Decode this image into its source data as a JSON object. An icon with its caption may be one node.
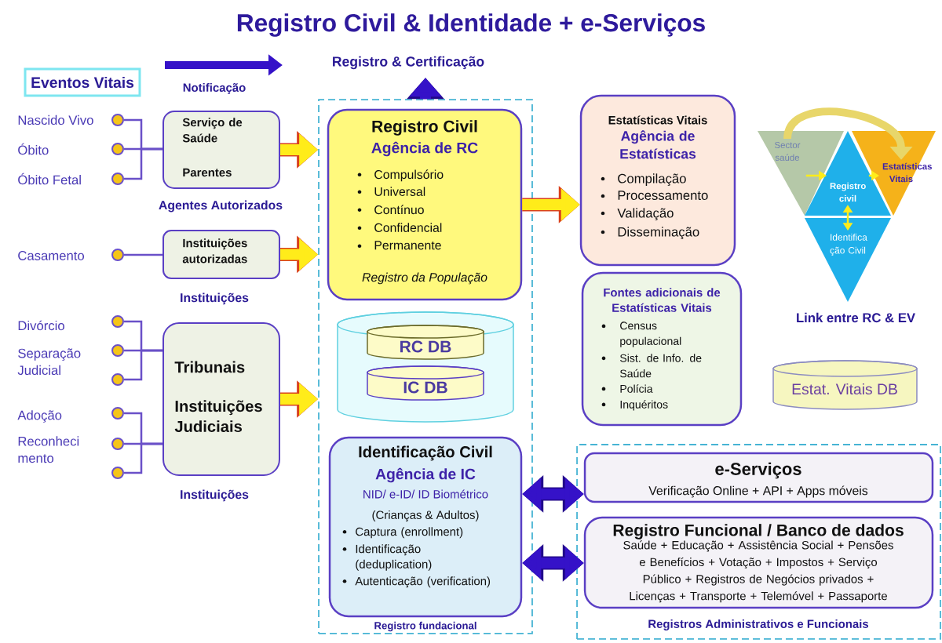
{
  "diagram": {
    "title": "Registro Civil & Identidade + e-Serviços",
    "nodes": [
      {
        "text": [
          "Eventos Vitais"
        ]
      },
      {
        "text": [],
        "shape": "circle"
      },
      {
        "text": [],
        "shape": "circle"
      },
      {
        "text": [],
        "shape": "circle"
      },
      {
        "text": [
          "Serviço de Saúde",
          "Parentes"
        ],
        "beside": [
          "Agentes Autorizados"
        ]
      },
      {
        "text": [],
        "shape": "circle"
      },
      {
        "text": [
          "Instituições autorizadas"
        ],
        "beside": [
          "Instituições"
        ]
      },
      {
        "text": [],
        "shape": "circle"
      },
      {
        "text": [],
        "shape": "circle"
      },
      {
        "text": [],
        "shape": "circle"
      },
      {
        "text": [],
        "shape": "circle"
      },
      {
        "text": [],
        "shape": "circle"
      },
      {
        "text": [],
        "shape": "circle"
      },
      {
        "text": [
          "Tribunais",
          "Instituições Judiciais"
        ],
        "beside": [
          "Instituições"
        ]
      },
      {
        "text": [
          "Registro fundacional"
        ]
      },
      {
        "text": [
          "Registro Civil",
          "Agência de RC",
          "Compulsório",
          "Universal",
          "Contínuo",
          "Confidencial",
          "Permanente",
          "Registro da População"
        ],
        "in": 14
      },
      {
        "text": [],
        "shape": "cylinder",
        "in": 14
      },
      {
        "text": [
          "RC DB"
        ],
        "in": 16
      },
      {
        "text": [
          "IC DB"
        ],
        "in": 16
      },
      {
        "text": [
          "Identificação Civil",
          "Agência de IC",
          "NID/ e-ID/ ID Biométrico",
          "(Crianças & Adultos)",
          "Captura (enrollment)",
          "Identificação (deduplication)",
          "Autenticação (verification)"
        ],
        "in": 14
      },
      {
        "text": [
          "Estatísticas Vitais",
          "Agência de Estatísticas",
          "Compilação",
          "Processamento",
          "Validação",
          "Disseminação"
        ]
      },
      {
        "text": [
          "Fontes adicionais de Estatísticas Vitais",
          "Census populacional",
          "Sist. de Info. de Saúde",
          "Polícia",
          "Inquéritos"
        ]
      },
      {
        "text": [
          "Sector saúde"
        ]
      },
      {
        "text": [
          "Estatísticas Vitais"
        ]
      },
      {
        "text": [
          "Registro civil"
        ]
      },
      {
        "text": [
          "Identifica ção Civil"
        ]
      },
      {
        "text": [
          "Estat. Vitais DB"
        ]
      },
      {
        "text": [
          "Registros Administrativos e Funcionais"
        ]
      },
      {
        "text": [
          "e-Serviços",
          "Verificação Online + API + Apps móveis"
        ],
        "in": 27
      },
      {
        "text": [
          "Registro Funcional / Banco de dados",
          "Saúde + Educação + Assistência Social + Pensões e Benefícios + Votação + Impostos + Serviço Público + Registros de Negócios privados + Licenças + Transporte + Telemóvel + Passaporte"
        ],
        "in": 27
      }
    ],
    "edges": [
      {
        "from": 1,
        "to": 4,
        "arrow": "none"
      },
      {
        "from": 2,
        "to": 4,
        "arrow": "none"
      },
      {
        "from": 3,
        "to": 4,
        "arrow": "none"
      },
      {
        "from": 5,
        "to": 6,
        "arrow": "none"
      },
      {
        "from": 7,
        "to": 13,
        "arrow": "none"
      },
      {
        "from": 8,
        "to": 13,
        "arrow": "none"
      },
      {
        "from": 9,
        "to": 13,
        "arrow": "none"
      },
      {
        "from": 10,
        "to": 13,
        "arrow": "none"
      },
      {
        "from": 11,
        "to": 13,
        "arrow": "none"
      },
      {
        "from": 12,
        "to": 13,
        "arrow": "none"
      },
      {
        "from": 4,
        "to": 14,
        "arrow": "to",
        "style": "thick",
        "color": "#ffec1a"
      },
      {
        "from": 6,
        "to": 14,
        "arrow": "to",
        "style": "thick",
        "color": "#ffec1a"
      },
      {
        "from": 13,
        "to": 14,
        "arrow": "to",
        "style": "thick",
        "color": "#ffec1a"
      },
      {
        "from": 14,
        "to": null,
        "arrow": "to",
        "style": "thick",
        "color": "#3512c8"
      },
      {
        "from": 15,
        "to": 20,
        "arrow": "to",
        "style": "thick",
        "color": "#ffec1a"
      },
      {
        "from": 19,
        "to": 28,
        "arrow": "both",
        "style": "thick",
        "color": "#3512c8"
      },
      {
        "from": 19,
        "to": 29,
        "arrow": "both",
        "style": "thick",
        "color": "#3512c8"
      },
      {
        "from": 22,
        "to": 24,
        "arrow": "to",
        "color": "#ffec1a"
      },
      {
        "from": 24,
        "to": 23,
        "arrow": "to",
        "color": "#ffec1a"
      },
      {
        "from": 24,
        "to": 25,
        "arrow": "both",
        "color": "#ffec1a"
      },
      {
        "from": 22,
        "to": 23,
        "arrow": "to",
        "style": "thick",
        "color": "#e8d66a"
      }
    ],
    "labels": [
      "Registro & Certificação",
      "Notificação",
      "Nascido Vivo",
      "Óbito",
      "Óbito Fetal",
      "Casamento",
      "Link entre RC & EV",
      "Divórcio",
      "Separação Judicial",
      "Adoção",
      "Reconheci mento"
    ]
  }
}
